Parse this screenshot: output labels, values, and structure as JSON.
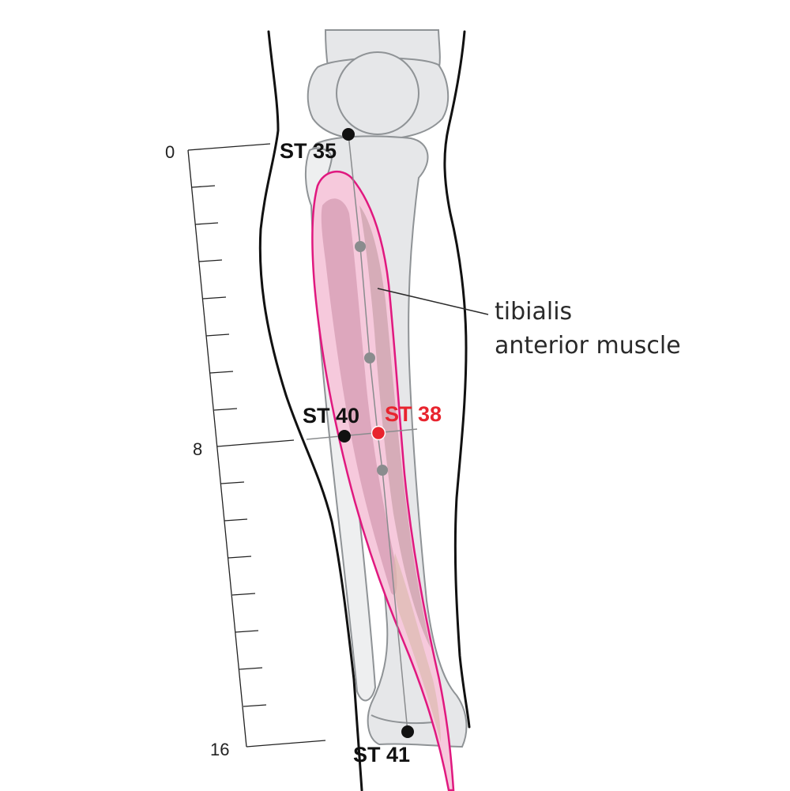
{
  "scale": {
    "marks": [
      "0",
      "8",
      "16"
    ]
  },
  "points": {
    "st35": {
      "label": "ST 35"
    },
    "st38": {
      "label": "ST 38"
    },
    "st40": {
      "label": "ST 40"
    },
    "st41": {
      "label": "ST 41"
    }
  },
  "annotation": {
    "line1": "tibialis",
    "line2": "anterior muscle"
  },
  "colors": {
    "highlight": "#e8242e",
    "muscle_outline": "#e0187f",
    "muscle_fill": "#f6c9dc",
    "bone_fill": "#e6e7e9",
    "bone_stroke": "#8f9396",
    "outline": "#111111",
    "guide_dot": "#8a8c8e"
  }
}
